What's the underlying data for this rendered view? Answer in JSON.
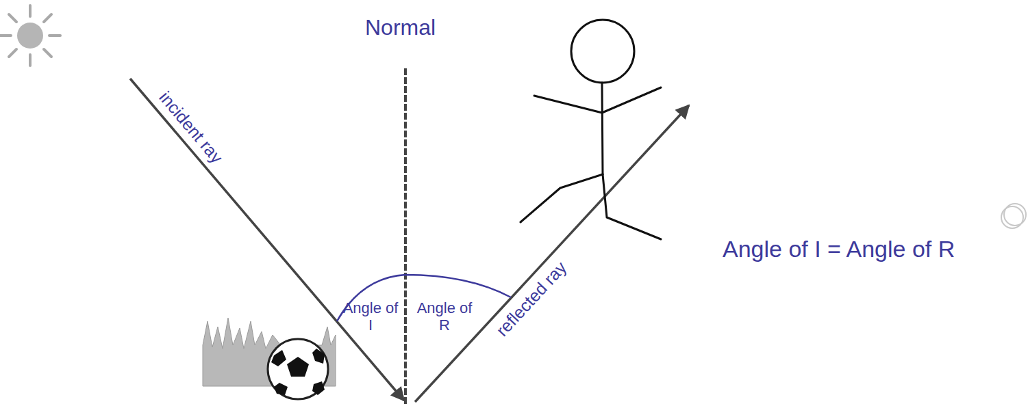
{
  "diagram": {
    "labels": [
      "Normal",
      "incident ray",
      "Angle of I",
      "Angle of R",
      "reflected ray",
      "Angle of I = Angle of R"
    ]
  }
}
